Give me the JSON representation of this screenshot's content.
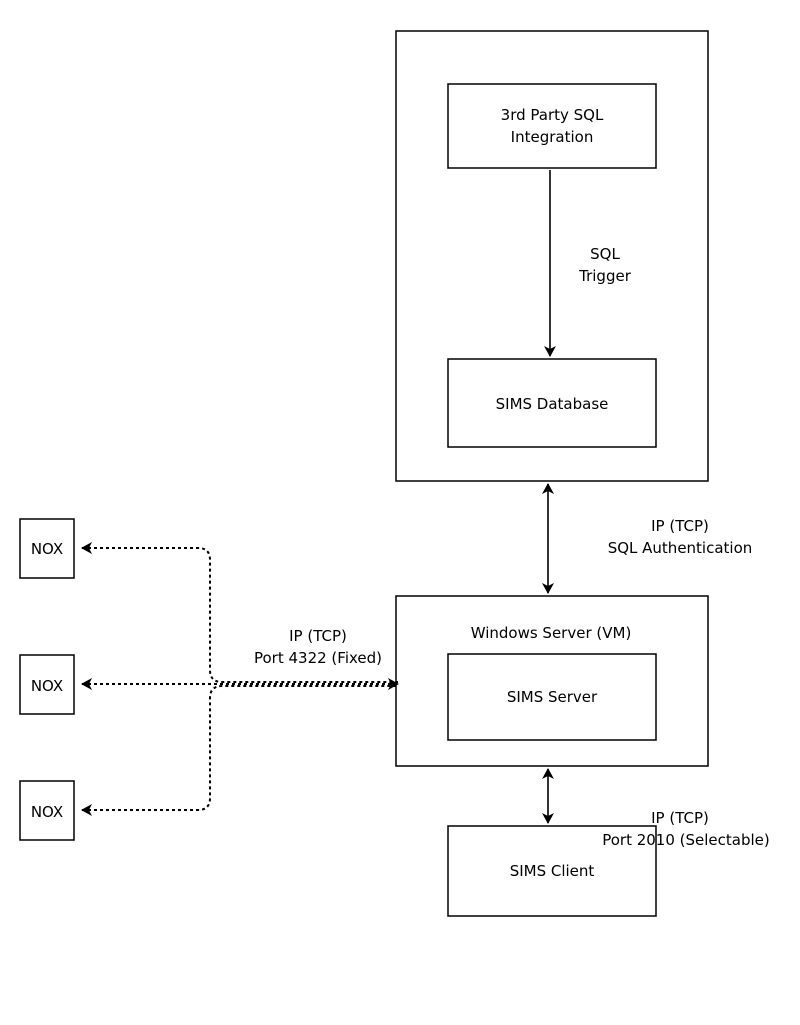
{
  "diagram": {
    "nodes": {
      "integration": {
        "lines": [
          "3rd Party SQL",
          "Integration"
        ]
      },
      "database": {
        "label": "SIMS Database"
      },
      "windows_server": {
        "label": "Windows Server (VM)"
      },
      "sims_server": {
        "label": "SIMS Server"
      },
      "sims_client": {
        "label": "SIMS Client"
      },
      "nox_1": {
        "label": "NOX"
      },
      "nox_2": {
        "label": "NOX"
      },
      "nox_3": {
        "label": "NOX"
      }
    },
    "edges": {
      "sql_trigger": {
        "lines": [
          "SQL",
          "Trigger"
        ]
      },
      "sql_auth": {
        "lines": [
          "IP (TCP)",
          "SQL Authentication"
        ]
      },
      "nox_link": {
        "lines": [
          "IP (TCP)",
          "Port 4322 (Fixed)"
        ]
      },
      "client_link": {
        "lines": [
          "IP (TCP)",
          "Port 2010 (Selectable)"
        ]
      }
    }
  }
}
